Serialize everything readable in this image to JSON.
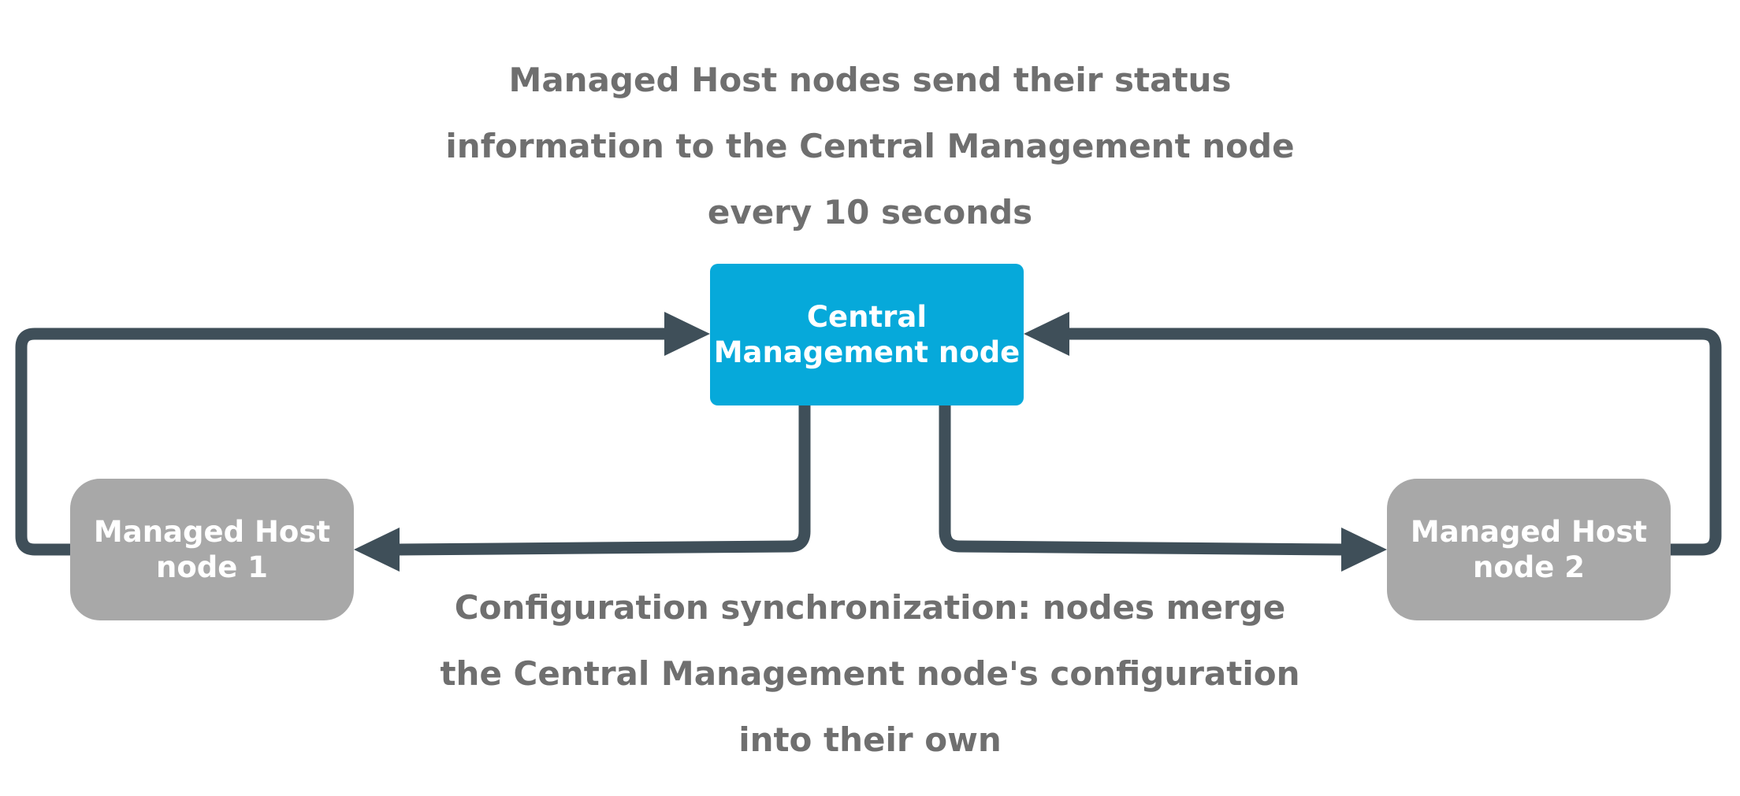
{
  "diagram": {
    "top_caption": {
      "lines": [
        "Managed Host nodes send their status",
        "information to the Central Management node",
        "every 10 seconds"
      ]
    },
    "bottom_caption": {
      "lines": [
        "Configuration synchronization: nodes merge",
        "the Central Management node's configuration",
        "into their own"
      ]
    },
    "nodes": {
      "central": {
        "lines": [
          "Central",
          "Management node"
        ]
      },
      "host_1": {
        "lines": [
          "Managed Host",
          "node 1"
        ]
      },
      "host_2": {
        "lines": [
          "Managed Host",
          "node 2"
        ]
      }
    },
    "colors": {
      "central_node": "#06a9da",
      "host_node": "#a8a8a8",
      "connector": "#3f4f59",
      "caption_text": "#6f6f6f"
    }
  }
}
